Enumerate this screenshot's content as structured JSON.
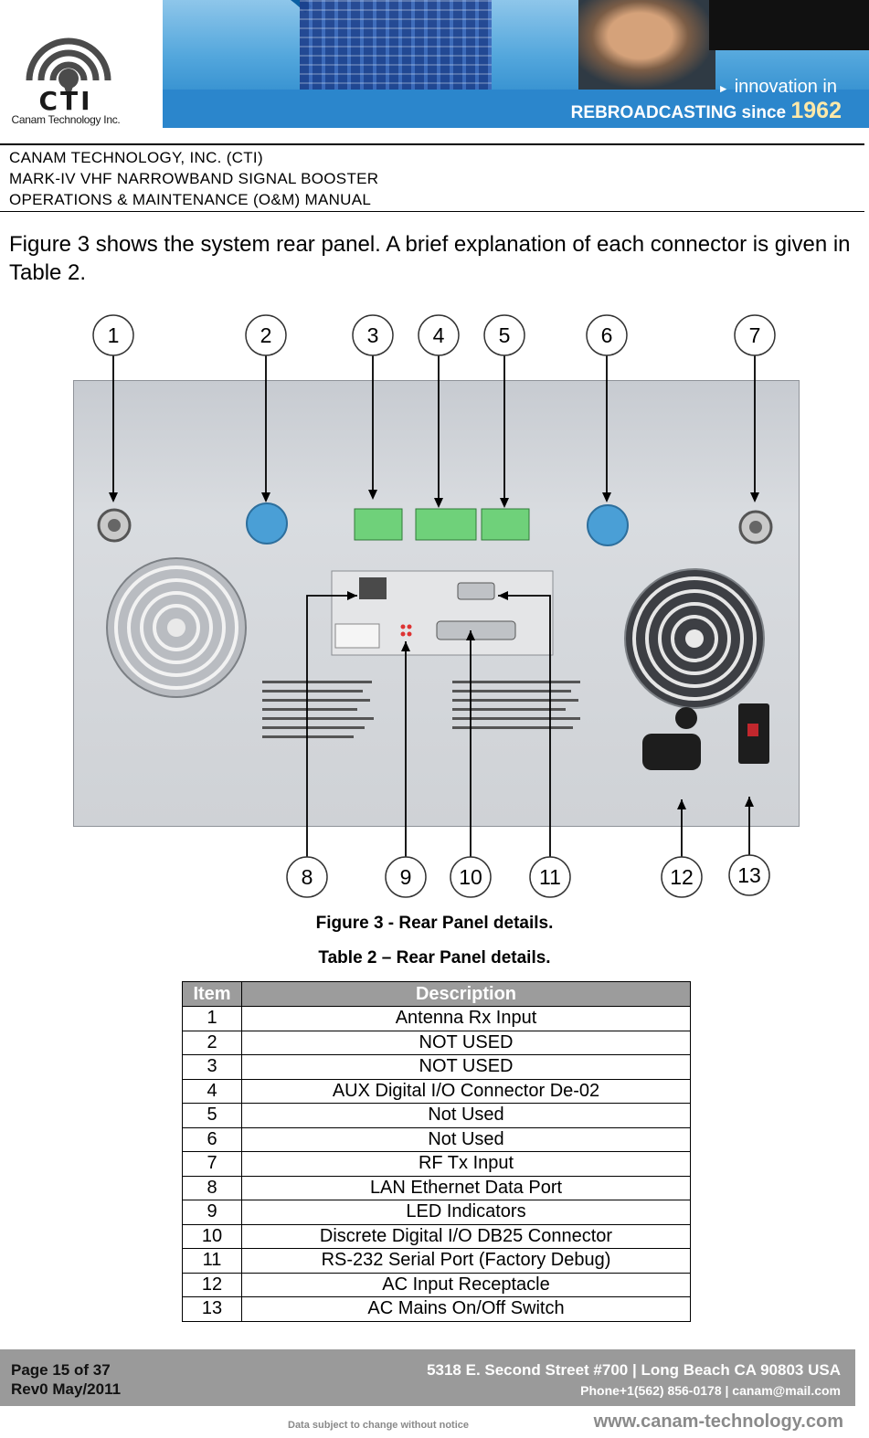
{
  "banner": {
    "logo_title": "CTI",
    "logo_subtitle": "Canam Technology Inc.",
    "tagline_1": "innovation in",
    "tagline_2": "REBROADCASTING since",
    "tagline_year": "1962",
    "play_icon": "play-triangle-icon"
  },
  "header": {
    "line1": "CANAM TECHNOLOGY, INC. (CTI)",
    "line2": "MARK-IV VHF NARROWBAND SIGNAL BOOSTER",
    "line3": "OPERATIONS & MAINTENANCE (O&M) MANUAL"
  },
  "intro_text": "Figure 3 shows the system rear panel.  A brief explanation of each connector is given in Table 2.",
  "figure": {
    "callouts_top": [
      "1",
      "2",
      "3",
      "4",
      "5",
      "6",
      "7"
    ],
    "callouts_bottom": [
      "8",
      "9",
      "10",
      "11",
      "12",
      "13"
    ],
    "caption": "Figure 3 - Rear Panel details."
  },
  "table": {
    "caption": "Table 2 – Rear Panel details.",
    "headers": [
      "Item",
      "Description"
    ],
    "rows": [
      [
        "1",
        "Antenna Rx Input"
      ],
      [
        "2",
        "NOT USED"
      ],
      [
        "3",
        "NOT USED"
      ],
      [
        "4",
        "AUX Digital I/O Connector De-02"
      ],
      [
        "5",
        "Not Used"
      ],
      [
        "6",
        "Not Used"
      ],
      [
        "7",
        "RF Tx Input"
      ],
      [
        "8",
        "LAN Ethernet Data Port"
      ],
      [
        "9",
        "LED Indicators"
      ],
      [
        "10",
        "Discrete Digital I/O DB25 Connector"
      ],
      [
        "11",
        "RS-232 Serial Port (Factory Debug)"
      ],
      [
        "12",
        "AC Input Receptacle"
      ],
      [
        "13",
        "AC Mains On/Off Switch"
      ]
    ]
  },
  "footer": {
    "page": "Page 15 of 37",
    "rev": "Rev0 May/2011",
    "address": "5318 E. Second Street  #700 | Long Beach CA 90803 USA",
    "contact": "Phone+1(562) 856-0178 | canam@mail.com",
    "note": "Data subject to change without notice",
    "website": "www.canam-technology.com"
  },
  "colors": {
    "banner_blue": "#2b86cc",
    "table_header_bg": "#9c9c9c",
    "footer_bg": "#9a9a9a"
  }
}
